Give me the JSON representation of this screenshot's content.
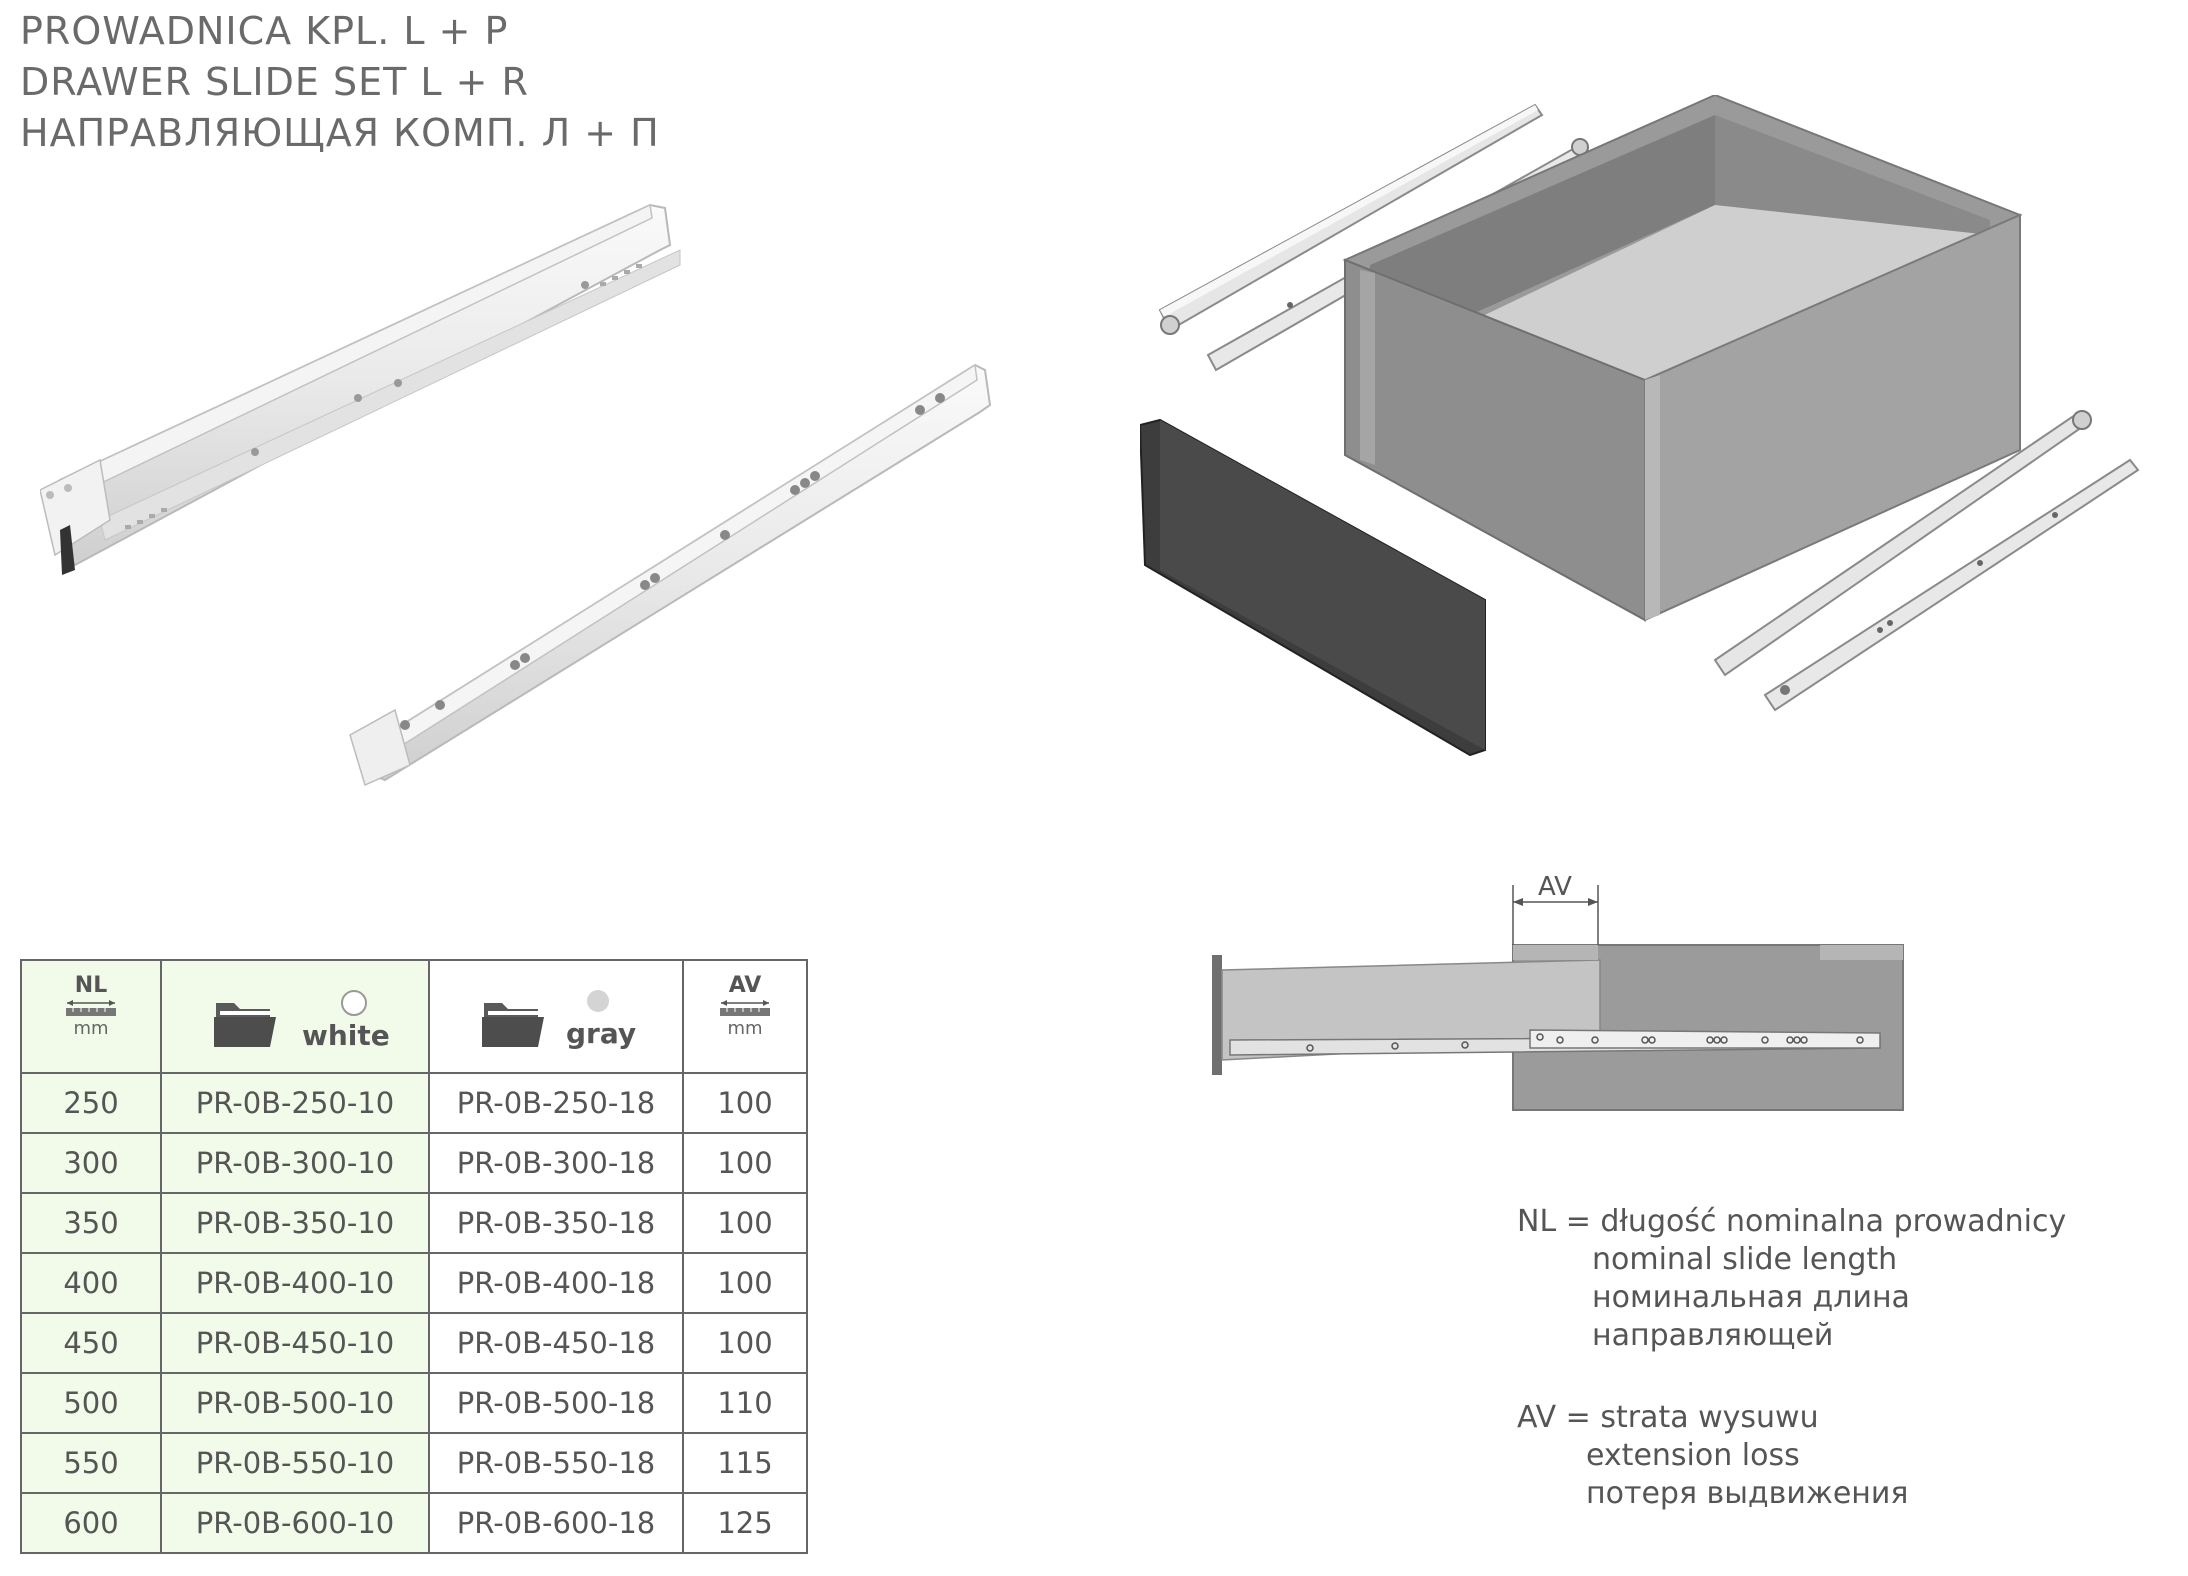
{
  "title": {
    "pl": "PROWADNICA KPL. L + P",
    "en": "DRAWER SLIDE SET L + R",
    "ru": "НАПРАВЛЯЮЩАЯ КОМП. Л + П"
  },
  "diagram": {
    "av_label": "AV"
  },
  "table": {
    "headers": {
      "nl": "NL",
      "nl_unit": "mm",
      "white": "white",
      "gray": "gray",
      "av": "AV",
      "av_unit": "mm"
    },
    "colors": {
      "white_swatch": "#ffffff",
      "gray_swatch": "#d4d4d4",
      "green_bg": "#f2fbea"
    },
    "rows": [
      {
        "nl": "250",
        "white": "PR-0B-250-10",
        "gray": "PR-0B-250-18",
        "av": "100"
      },
      {
        "nl": "300",
        "white": "PR-0B-300-10",
        "gray": "PR-0B-300-18",
        "av": "100"
      },
      {
        "nl": "350",
        "white": "PR-0B-350-10",
        "gray": "PR-0B-350-18",
        "av": "100"
      },
      {
        "nl": "400",
        "white": "PR-0B-400-10",
        "gray": "PR-0B-400-18",
        "av": "100"
      },
      {
        "nl": "450",
        "white": "PR-0B-450-10",
        "gray": "PR-0B-450-18",
        "av": "100"
      },
      {
        "nl": "500",
        "white": "PR-0B-500-10",
        "gray": "PR-0B-500-18",
        "av": "110"
      },
      {
        "nl": "550",
        "white": "PR-0B-550-10",
        "gray": "PR-0B-550-18",
        "av": "115"
      },
      {
        "nl": "600",
        "white": "PR-0B-600-10",
        "gray": "PR-0B-600-18",
        "av": "125"
      }
    ]
  },
  "legend": {
    "nl_line1": "NL = długość nominalna prowadnicy",
    "nl_line2": "nominal slide length",
    "nl_line3": "номинальная длина",
    "nl_line4": "направляющей",
    "av_line1": "AV = strata wysuwu",
    "av_line2": "extension loss",
    "av_line3": "потеря выдвижения"
  }
}
